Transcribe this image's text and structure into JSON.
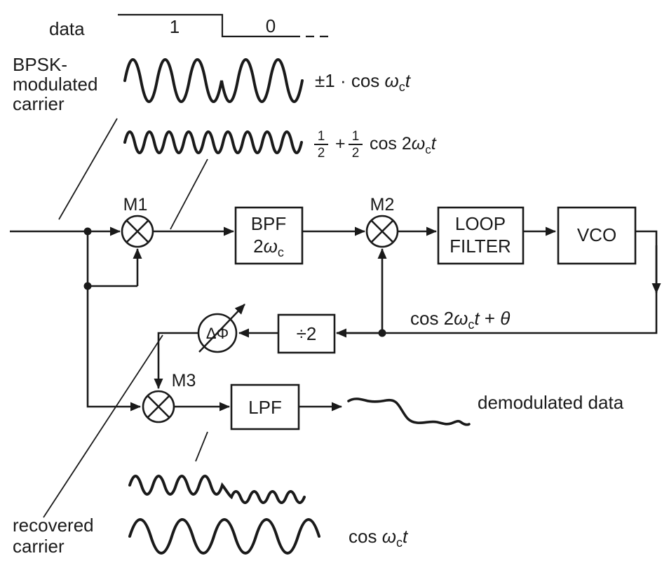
{
  "signal": {
    "label": "data",
    "bit1": "1",
    "bit0": "0"
  },
  "left_labels": {
    "bpsk1": "BPSK-",
    "bpsk2": "modulated",
    "bpsk3": "carrier",
    "rec1": "recovered",
    "rec2": "carrier"
  },
  "blocks": {
    "m1": "M1",
    "m2": "M2",
    "m3": "M3",
    "bpf_l1": "BPF",
    "bpf_num": "2",
    "bpf_om": "ω",
    "bpf_sub": "c",
    "loop_l1": "LOOP",
    "loop_l2": "FILTER",
    "vco": "VCO",
    "div2": "÷2",
    "dphi": "ΔΦ",
    "lpf": "LPF"
  },
  "formulas": {
    "bpsk": {
      "p1": "±1 · cos ",
      "om": "ω",
      "sub": "c",
      "t": "t"
    },
    "sq": {
      "n1": "1",
      "d1": "2",
      "plus": "+",
      "n2": "1",
      "d2": "2",
      "p1": "cos 2",
      "om": "ω",
      "sub": "c",
      "t": "t"
    },
    "vco": {
      "p1": "cos 2",
      "om": "ω",
      "sub": "c",
      "t": "t",
      "plus": " + ",
      "theta": "θ"
    },
    "carrier": {
      "p1": "cos ",
      "om": "ω",
      "sub": "c",
      "t": "t"
    }
  },
  "annotations": {
    "demod": "demodulated data"
  },
  "colors": {
    "ink": "#1a1a1a",
    "bg": "#ffffff"
  }
}
